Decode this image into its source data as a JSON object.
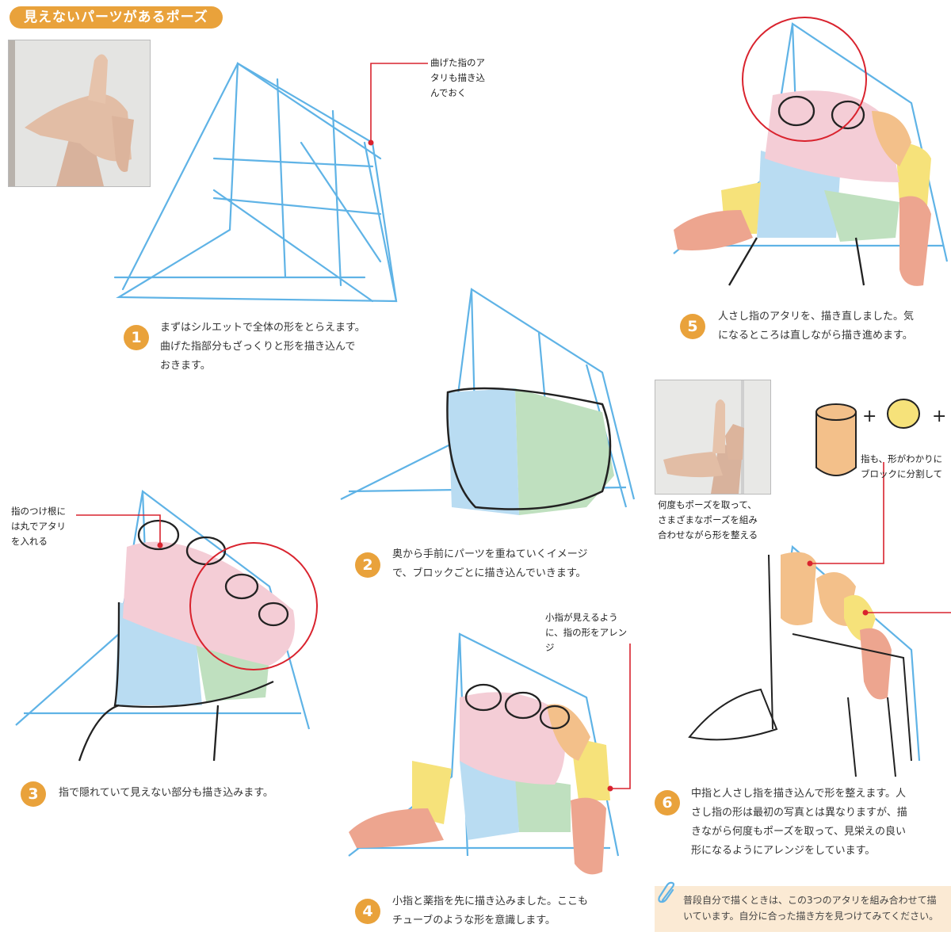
{
  "header": {
    "title": "見えないパーツがあるポーズ"
  },
  "steps": [
    {
      "num": "1",
      "lines": [
        "まずはシルエットで全体の形をとらえます。",
        "曲げた指部分もざっくりと形を描き込んで",
        "おきます。"
      ]
    },
    {
      "num": "2",
      "lines": [
        "奥から手前にパーツを重ねていくイメージ",
        "で、ブロックごとに描き込んでいきます。"
      ]
    },
    {
      "num": "3",
      "lines": [
        "指で隠れていて見えない部分も描き込みます。"
      ]
    },
    {
      "num": "4",
      "lines": [
        "小指と薬指を先に描き込みました。ここも",
        "チューブのような形を意識します。"
      ]
    },
    {
      "num": "5",
      "lines": [
        "人さし指のアタリを、描き直しました。気",
        "になるところは直しながら描き進めます。"
      ]
    },
    {
      "num": "6",
      "lines": [
        "中指と人さし指を描き込んで形を整えます。人",
        "さし指の形は最初の写真とは異なりますが、描",
        "きながら何度もポーズを取って、見栄えの良い",
        "形になるようにアレンジをしています。"
      ]
    }
  ],
  "callouts": {
    "bent_finger": [
      "曲げた指のア",
      "タリも描き込",
      "んでおく"
    ],
    "finger_base": [
      "指のつけ根に",
      "は丸でアタリ",
      "を入れる"
    ],
    "pinky": [
      "小指が見えるよう",
      "に、指の形をアレン",
      "ジ"
    ],
    "pose": [
      "何度もポーズを取って、",
      "さまざまなポーズを組み",
      "合わせながら形を整える"
    ],
    "blocks": [
      "指も、形がわかりに",
      "ブロックに分割して"
    ]
  },
  "tip": {
    "lines": [
      "普段自分で描くときは、この3つのアタリを組み合わせて描",
      "いています。自分に合った描き方を見つけてみてください。"
    ]
  },
  "colors": {
    "accent": "#e9a23b",
    "sketch_blue": "#5fb3e6",
    "callout_red": "#d9232e",
    "block_blue": "#b9dcf2",
    "block_green": "#bfe0bf",
    "block_pink": "#f4cdd6",
    "block_yellow": "#f6e27a",
    "block_salmon": "#eda58f",
    "block_orange": "#f3c08a",
    "tip_bg": "#fbead4"
  }
}
